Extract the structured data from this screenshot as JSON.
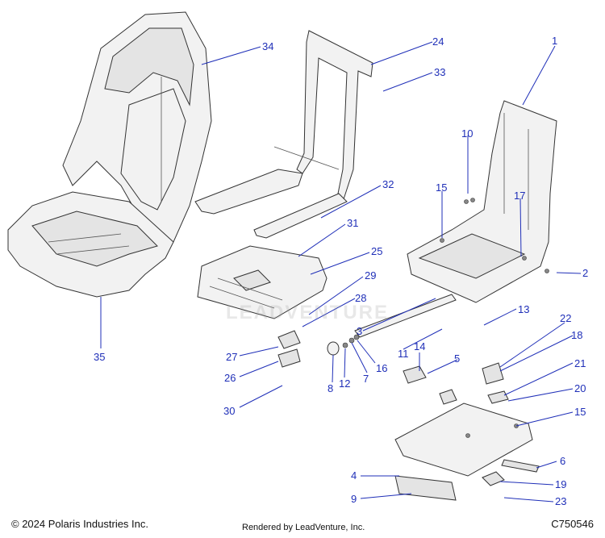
{
  "watermark_text": "LEADVENTURE",
  "callouts": [
    {
      "label": "34"
    },
    {
      "label": "24"
    },
    {
      "label": "33"
    },
    {
      "label": "1"
    },
    {
      "label": "10"
    },
    {
      "label": "32"
    },
    {
      "label": "15"
    },
    {
      "label": "17"
    },
    {
      "label": "31"
    },
    {
      "label": "25"
    },
    {
      "label": "2"
    },
    {
      "label": "29"
    },
    {
      "label": "28"
    },
    {
      "label": "13"
    },
    {
      "label": "3"
    },
    {
      "label": "35"
    },
    {
      "label": "11"
    },
    {
      "label": "22"
    },
    {
      "label": "14"
    },
    {
      "label": "5"
    },
    {
      "label": "18"
    },
    {
      "label": "27"
    },
    {
      "label": "16"
    },
    {
      "label": "7"
    },
    {
      "label": "12"
    },
    {
      "label": "8"
    },
    {
      "label": "26"
    },
    {
      "label": "21"
    },
    {
      "label": "20"
    },
    {
      "label": "30"
    },
    {
      "label": "15"
    },
    {
      "label": "6"
    },
    {
      "label": "4"
    },
    {
      "label": "19"
    },
    {
      "label": "9"
    },
    {
      "label": "23"
    }
  ],
  "footer": {
    "copyright": "© 2024 Polaris Industries Inc.",
    "rendered_by": "Rendered by LeadVenture, Inc.",
    "diagram_number": "C750546"
  }
}
